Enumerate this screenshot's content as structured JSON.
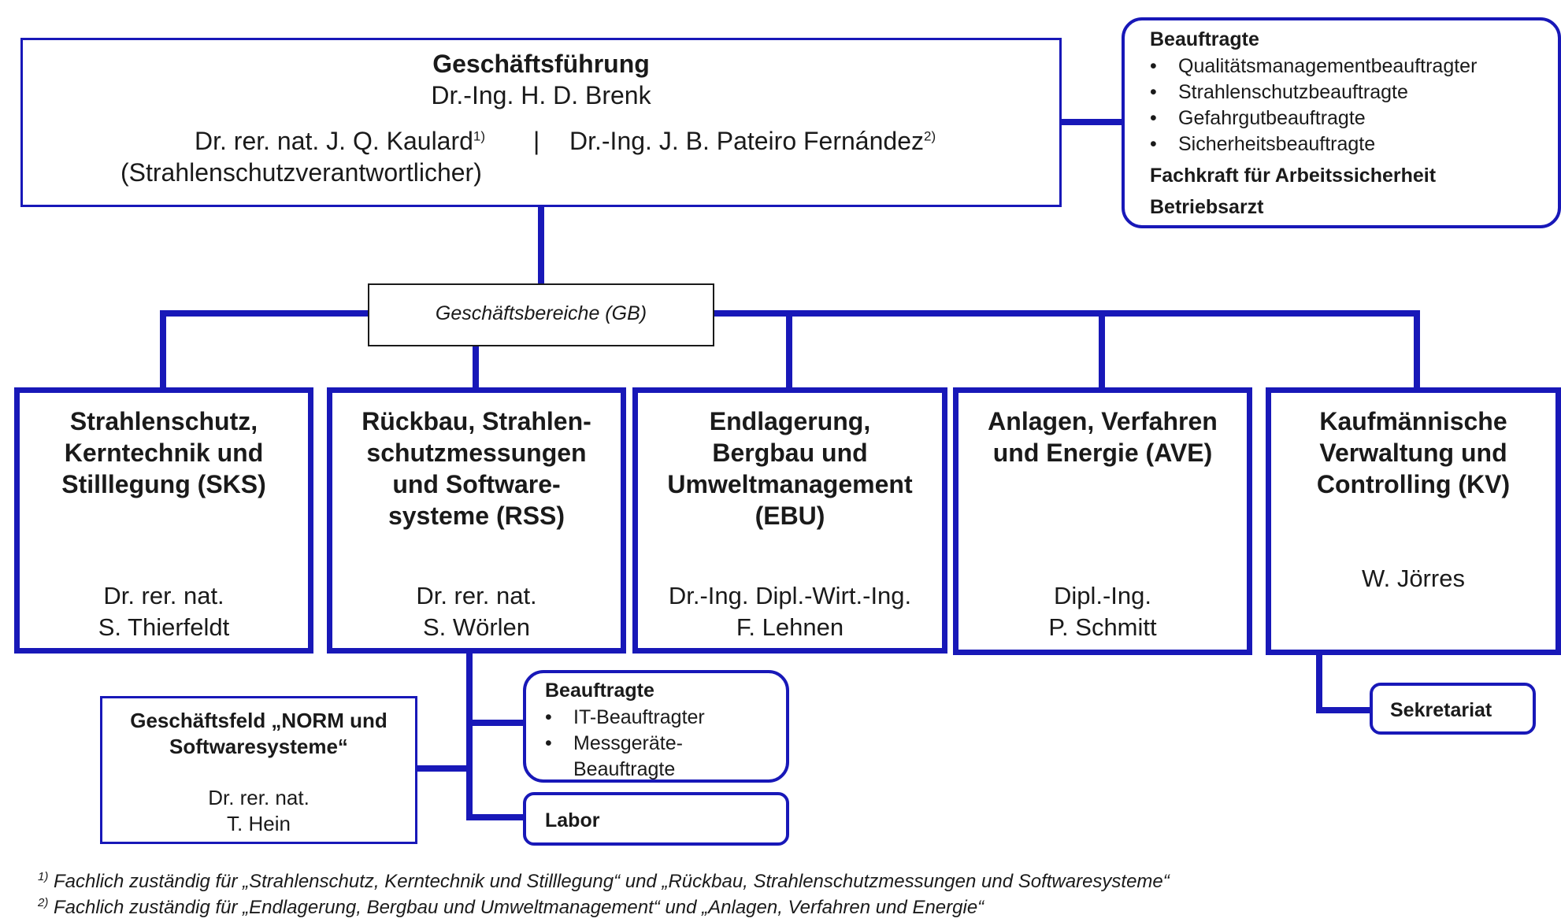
{
  "management": {
    "title": "Geschäftsführung",
    "line1": "Dr.-Ing. H. D. Brenk",
    "person_left": "Dr. rer. nat. J. Q. Kaulard",
    "person_left_note": "1)",
    "separator": "|",
    "person_right": "Dr.-Ing. J. B. Pateiro Fernández",
    "person_right_note": "2)",
    "role_left": "(Strahlenschutzverantwortlicher)"
  },
  "commissioners_top": {
    "title": "Beauftragte",
    "items": [
      "Qualitätsmanagementbeauftragter",
      "Strahlenschutzbeauftragte",
      "Gefahrgutbeauftragte",
      "Sicherheitsbeauftragte"
    ],
    "extra1": "Fachkraft für Arbeitssicherheit",
    "extra2": "Betriebsarzt"
  },
  "business_areas_label": "Geschäftsbereiche (GB)",
  "departments": [
    {
      "title": "Strahlenschutz, Kerntechnik und Stilllegung (SKS)",
      "title_lines": [
        "Strahlenschutz,",
        "Kerntechnik und",
        "Stilllegung (SKS)"
      ],
      "person_lines": [
        "Dr. rer. nat.",
        "S. Thierfeldt"
      ]
    },
    {
      "title": "Rückbau, Strahlenschutzmessungen und Softwaresysteme (RSS)",
      "title_lines": [
        "Rückbau, Strahlen-",
        "schutzmessungen",
        "und Software-",
        "systeme (RSS)"
      ],
      "person_lines": [
        "Dr. rer. nat.",
        "S. Wörlen"
      ]
    },
    {
      "title": "Endlagerung, Bergbau und Umweltmanagement (EBU)",
      "title_lines": [
        "Endlagerung,",
        "Bergbau und",
        "Umweltmanagement",
        "(EBU)"
      ],
      "person_lines": [
        "Dr.-Ing. Dipl.-Wirt.-Ing.",
        "F. Lehnen"
      ]
    },
    {
      "title": "Anlagen, Verfahren und Energie (AVE)",
      "title_lines": [
        "Anlagen, Verfahren",
        "und Energie (AVE)"
      ],
      "person_lines": [
        "Dipl.-Ing.",
        "P. Schmitt"
      ]
    },
    {
      "title": "Kaufmännische Verwaltung und Controlling (KV)",
      "title_lines": [
        "Kaufmännische",
        "Verwaltung und",
        "Controlling (KV)"
      ],
      "person_lines": [
        "W. Jörres"
      ]
    }
  ],
  "norm_field": {
    "title_lines": [
      "Geschäftsfeld „NORM und",
      "Softwaresysteme“"
    ],
    "person_lines": [
      "Dr. rer. nat.",
      "T. Hein"
    ]
  },
  "rss_commissioners": {
    "title": "Beauftragte",
    "items": [
      "IT-Beauftragter",
      "Messgeräte-Beauftragte"
    ],
    "item2_lines": [
      "Messgeräte-",
      "Beauftragte"
    ]
  },
  "lab": "Labor",
  "secretariat": "Sekretariat",
  "footnotes": [
    {
      "mark": "1)",
      "text": "Fachlich zuständig für „Strahlenschutz, Kerntechnik und Stilllegung“ und „Rückbau, Strahlenschutzmessungen und Softwaresysteme“"
    },
    {
      "mark": "2)",
      "text": "Fachlich zuständig für „Endlagerung, Bergbau und Umweltmanagement“ und „Anlagen, Verfahren und Energie“"
    }
  ],
  "colors": {
    "lines": "#1818b8",
    "text": "#1a1a1a",
    "box_fill": "#ffffff"
  }
}
